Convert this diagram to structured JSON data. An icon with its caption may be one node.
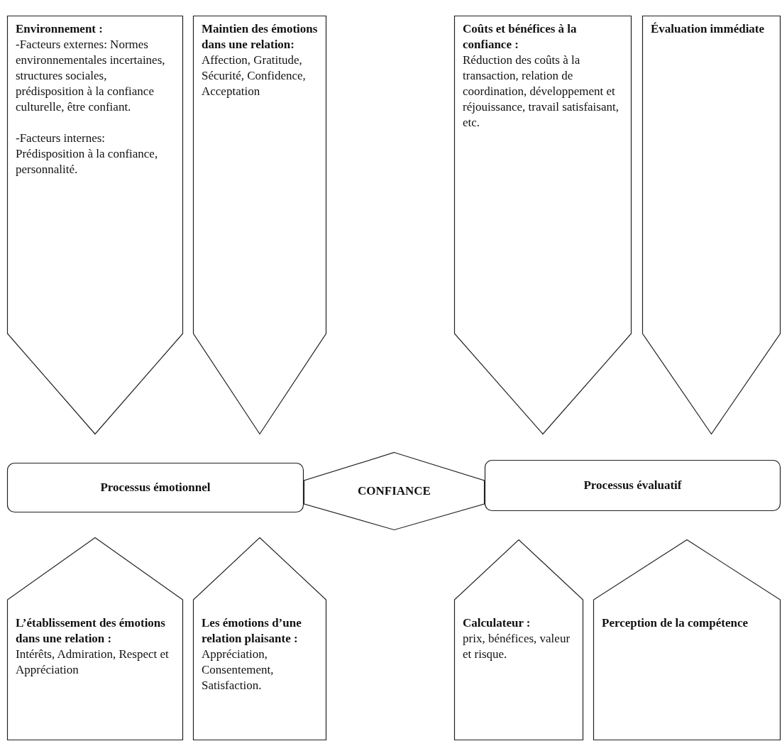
{
  "diagram": {
    "nodes": [
      {
        "text": [
          "Environnement :",
          "-Facteurs externes: Normes environnementales incertaines, structures sociales, prédisposition à la confiance culturelle, être confiant.",
          "-Facteurs internes: Prédisposition à la confiance, personnalité."
        ]
      },
      {
        "text": [
          "Maintien des émotions dans une relation:",
          "Affection, Gratitude, Sécurité, Confidence, Acceptation"
        ]
      },
      {
        "text": [
          "Coûts et bénéfices à la confiance :",
          "Réduction des coûts à la transaction, relation de coordination, développement et réjouissance, travail satisfaisant, etc."
        ]
      },
      {
        "text": [
          "Évaluation immédiate"
        ]
      },
      {
        "text": [
          "Processus émotionnel"
        ]
      },
      {
        "text": [
          "CONFIANCE"
        ]
      },
      {
        "text": [
          "Processus évaluatif"
        ]
      },
      {
        "text": [
          "L’établissement des émotions dans une relation :",
          "Intérêts, Admiration, Respect et Appréciation"
        ]
      },
      {
        "text": [
          "Les émotions d’une relation plaisante :",
          "Appréciation, Consentement, Satisfaction."
        ]
      },
      {
        "text": [
          "Calculateur :",
          "prix, bénéfices, valeur et risque."
        ]
      },
      {
        "text": [
          "Perception de la compétence"
        ]
      }
    ]
  }
}
